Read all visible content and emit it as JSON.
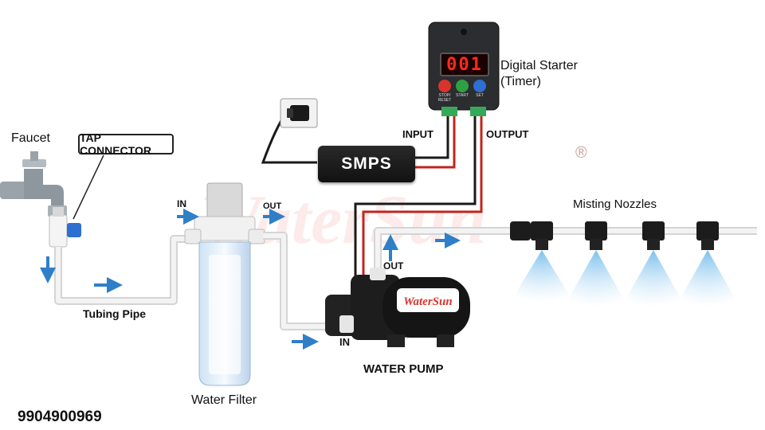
{
  "labels": {
    "faucet": "Faucet",
    "tap_connector": "TAP CONNECTOR",
    "tubing_pipe": "Tubing Pipe",
    "filter_in": "IN",
    "filter_out": "OUT",
    "water_filter": "Water Filter",
    "smps": "SMPS",
    "input": "INPUT",
    "output": "OUTPUT",
    "starter_line1": "Digital Starter",
    "starter_line2": "(Timer)",
    "timer_display": "001",
    "btn_stop": "STOP/ RESET",
    "btn_start": "START",
    "btn_set": "SET",
    "misting_nozzles": "Misting Nozzles",
    "pump_out": "OUT",
    "pump_in": "IN",
    "water_pump": "WATER PUMP",
    "pump_brand": "WaterSun",
    "watermark": "WaterSun",
    "registered": "®",
    "phone": "9904900969"
  },
  "colors": {
    "pipe": "#e6e6e6",
    "arrow": "#2f7fc8",
    "wire_red": "#c0261e",
    "wire_black": "#1a1a1a",
    "mist": "#8cc8ee",
    "display_red": "#ff2a1f",
    "btn_red": "#d9342b",
    "btn_green": "#2ea043",
    "btn_blue": "#2e6fd1",
    "terminal_green": "#36a85a"
  }
}
